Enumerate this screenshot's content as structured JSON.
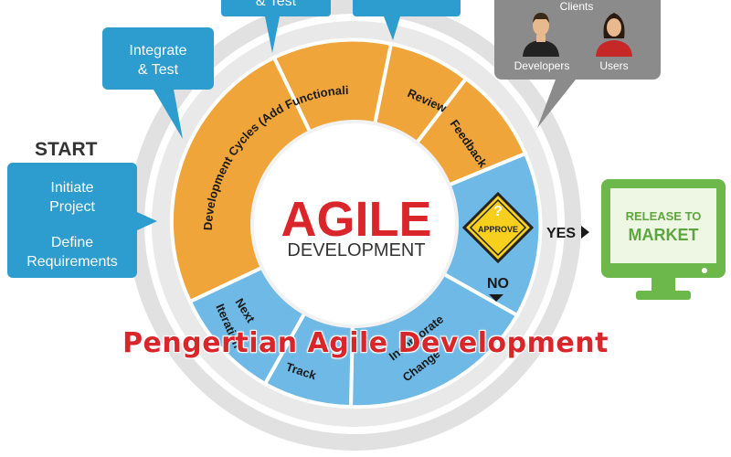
{
  "start_label": "START",
  "callouts": {
    "initiate": "Initiate",
    "project": "Project",
    "define": "Define",
    "requirements": "Requirements",
    "integrate": "Integrate",
    "and_test": "& Test",
    "top_partial": "& Test"
  },
  "stakeholders": {
    "clients": "Clients",
    "developers": "Developers",
    "users": "Users"
  },
  "ring": {
    "development_cycles": "Development Cycles (Add Functionality)",
    "review": "Review",
    "feedback": "Feedback",
    "next_iteration_1": "Next",
    "next_iteration_2": "Iteration",
    "track_1": "Track",
    "track_2": "...",
    "incorporate_1": "Incorporate",
    "incorporate_2": "Change"
  },
  "center": {
    "title": "AGILE",
    "subtitle": "DEVELOPMENT"
  },
  "approve": {
    "sign": "APPROVE",
    "yes": "YES",
    "no": "NO"
  },
  "monitor": {
    "line1": "RELEASE TO",
    "line2": "MARKET"
  },
  "caption": "Pengertian Agile Development",
  "colors": {
    "callout": "#2d9ccf",
    "orange": "#f0a53a",
    "blue": "#6fb9e6",
    "ring_gray": "#e1e1e1",
    "agile_red": "#d9262b",
    "green": "#6cb84a",
    "sign_yellow": "#f7cf1d",
    "stakeholder_gray": "#8b8b8b"
  }
}
